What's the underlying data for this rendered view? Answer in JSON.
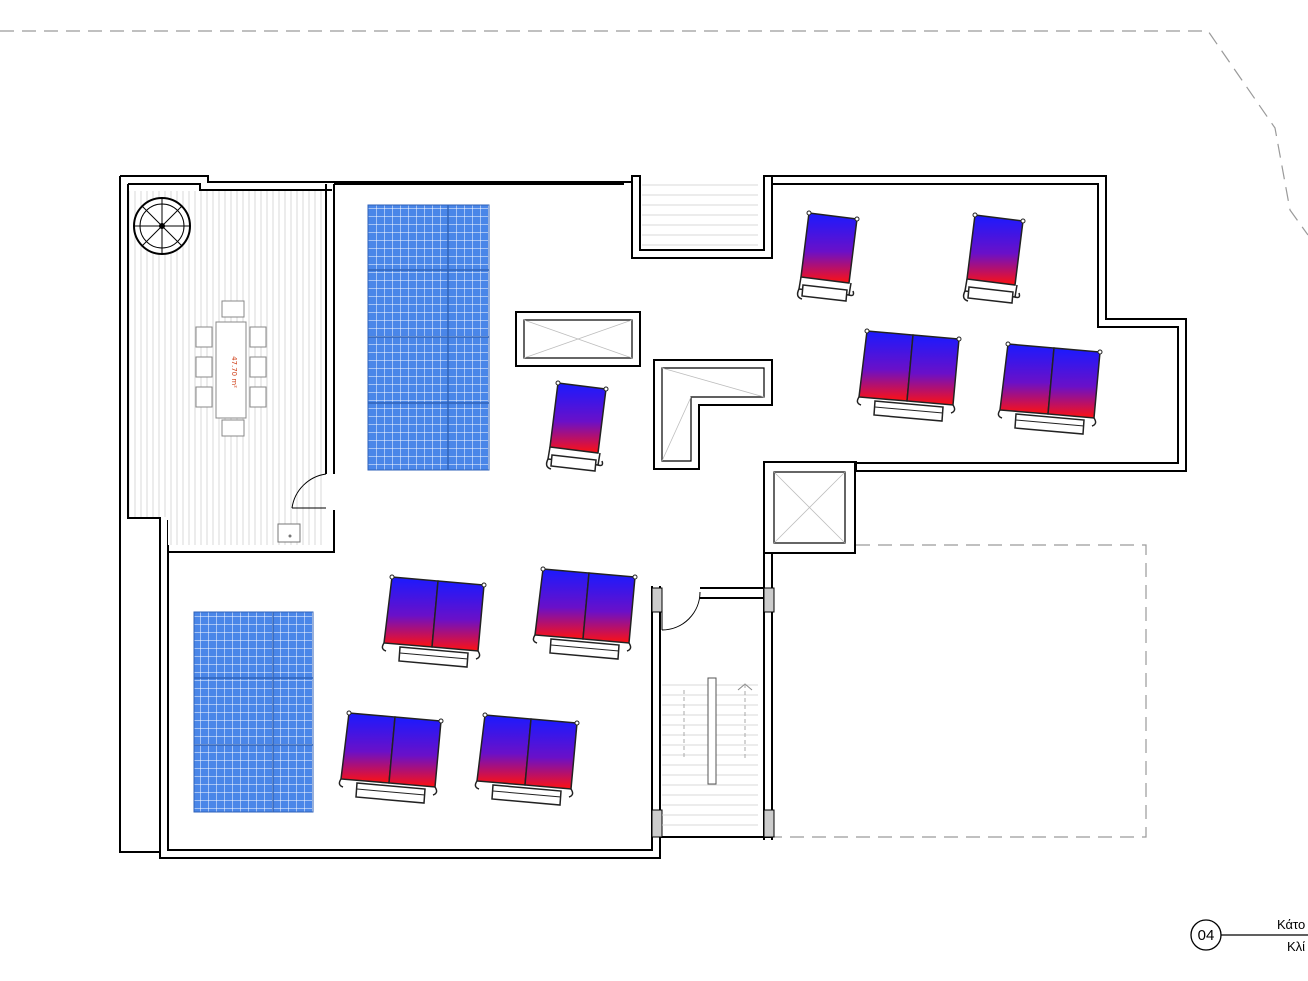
{
  "drawing": {
    "area_label": "47.70 m²",
    "view_tag": {
      "number": "04",
      "title_line1": "Κάτο",
      "title_line2": "Κλί"
    }
  },
  "colors": {
    "pv_panel": "#4a86e8",
    "pv_grid": "#ffffff",
    "thermal_top": "#1a1aff",
    "thermal_bottom": "#ff1111",
    "wall": "#000000",
    "boundary_dash": "#9a9a9a"
  },
  "legend_icons": {
    "solar_thermal": "solar-thermal-collector-icon",
    "photovoltaic": "pv-array-icon",
    "spiral_stair": "spiral-stair-icon",
    "skylight": "skylight-icon"
  }
}
